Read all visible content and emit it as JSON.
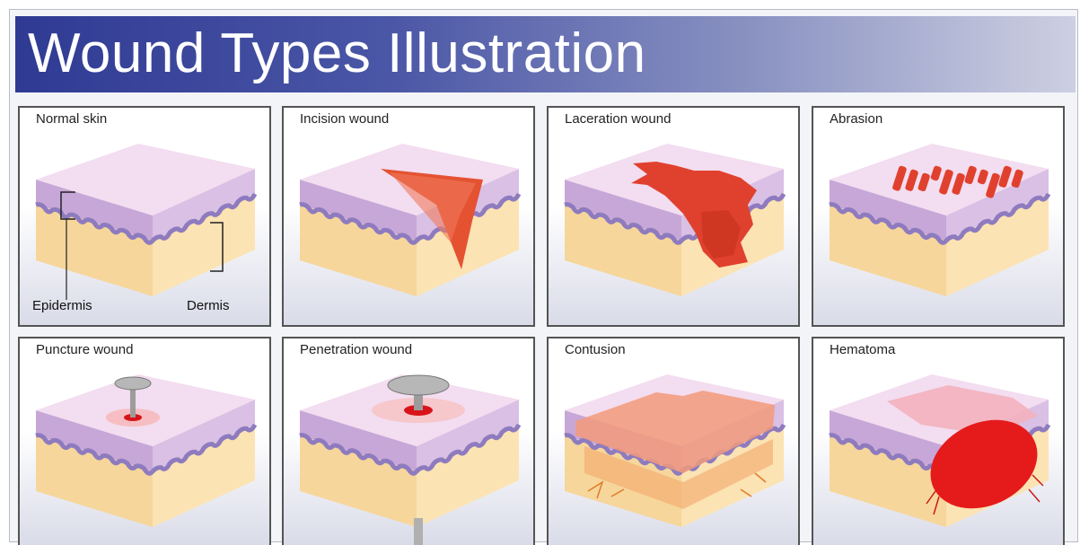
{
  "title": "Wound Types Illustration",
  "panels": [
    {
      "label": "Normal skin",
      "type": "normal"
    },
    {
      "label": "Incision wound",
      "type": "incision"
    },
    {
      "label": "Laceration wound",
      "type": "laceration"
    },
    {
      "label": "Abrasion",
      "type": "abrasion"
    },
    {
      "label": "Puncture wound",
      "type": "puncture"
    },
    {
      "label": "Penetration wound",
      "type": "penetration"
    },
    {
      "label": "Contusion",
      "type": "contusion"
    },
    {
      "label": "Hematoma",
      "type": "hematoma"
    }
  ],
  "layer_labels": {
    "epidermis": "Epidermis",
    "dermis": "Dermis"
  },
  "colors": {
    "banner": "#2f3a93",
    "skin_top": "#f3ddf0",
    "epidermis": "#c7a7d8",
    "basal": "#8e7bbf",
    "dermis": "#f7dca2",
    "wound": "#e0412e",
    "blood": "#e51b1b",
    "bruise": "#f29a7a"
  }
}
